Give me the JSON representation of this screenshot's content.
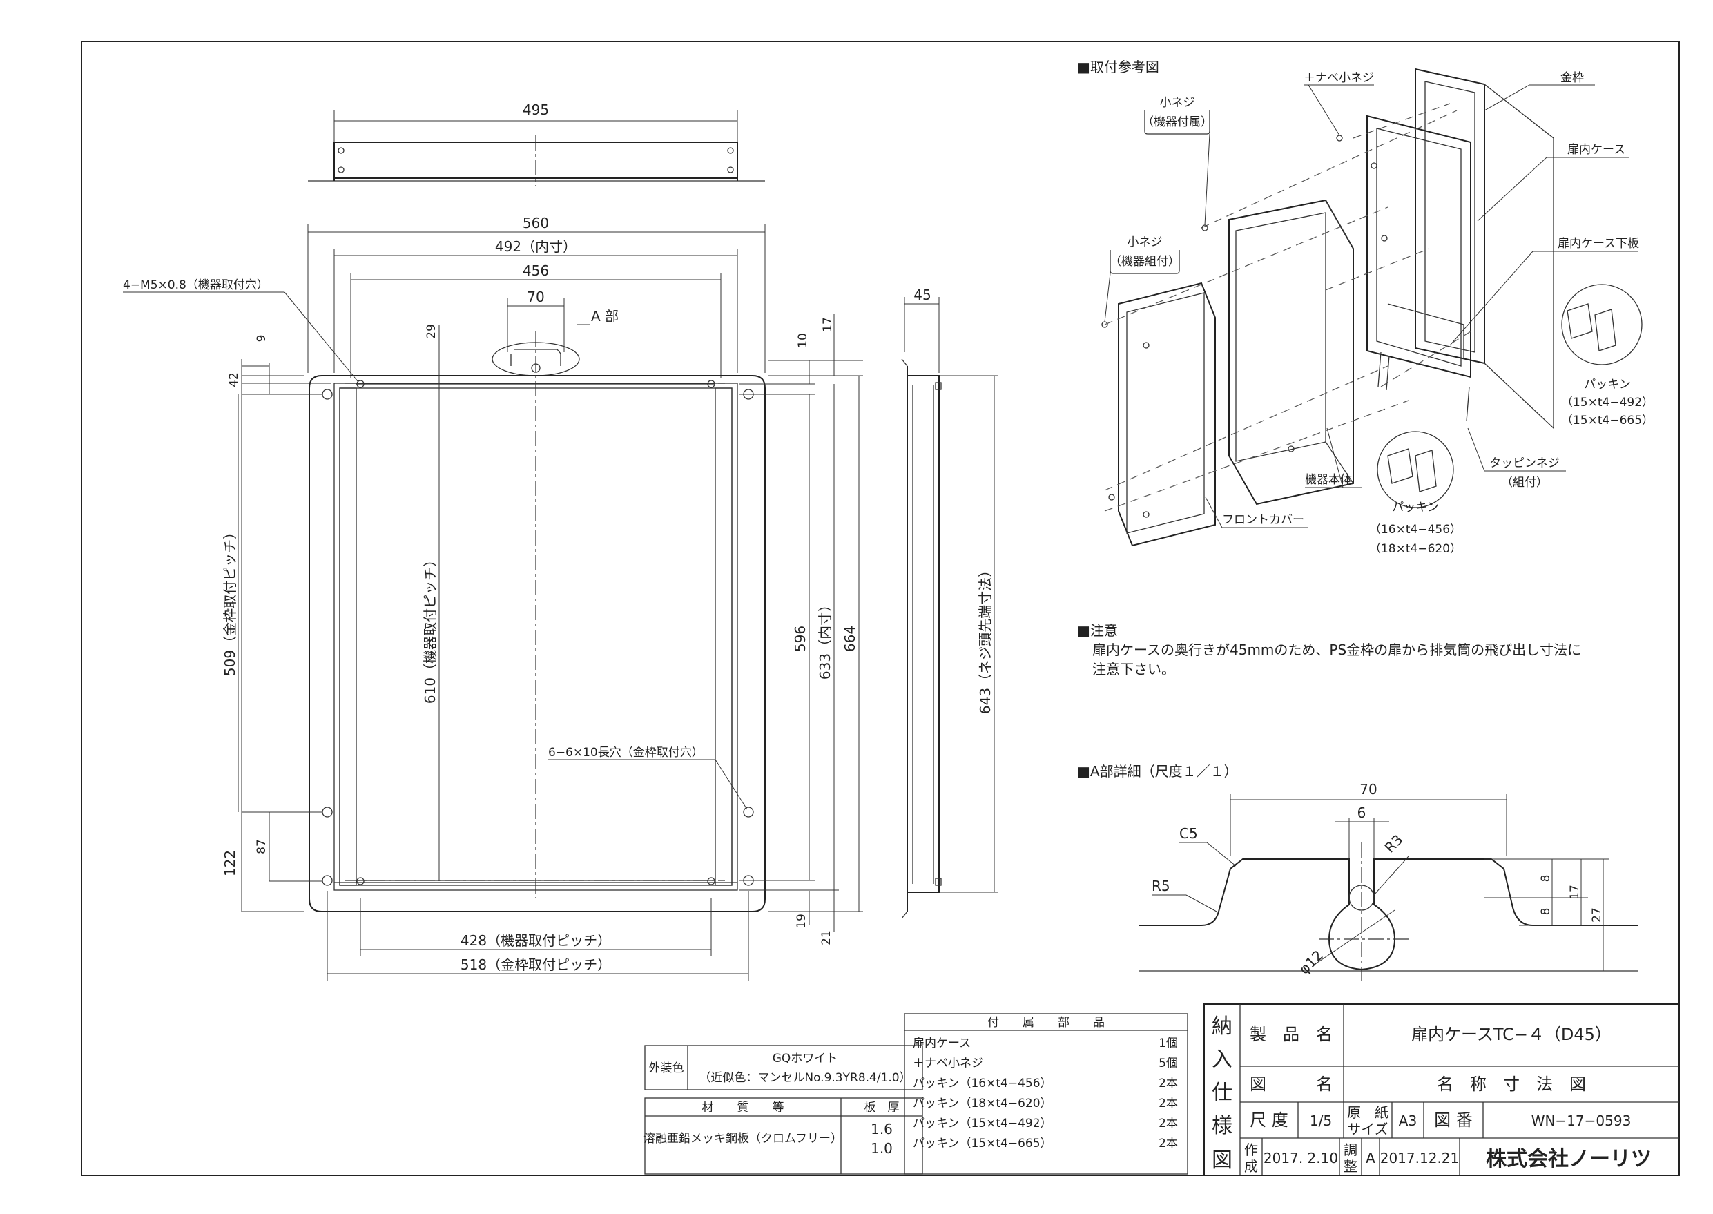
{
  "drawing": {
    "top_view": {
      "dim_width": "495"
    },
    "front_view": {
      "dim_overall_width": "560",
      "dim_inner_width": "492（内寸）",
      "dim_hole_pitch_w": "456",
      "dim_a_width": "70",
      "label_a": "A 部",
      "label_mount_holes": "4−M5×0.8（機器取付穴）",
      "dim_9": "9",
      "dim_42": "42",
      "dim_29": "29",
      "dim_10": "10",
      "dim_17": "17",
      "dim_509": "509（金枠取付ピッチ）",
      "dim_610": "610（機器取付ピッチ）",
      "dim_596": "596",
      "dim_633": "633（内寸）",
      "dim_664": "664",
      "label_slots": "6−6×10長穴（金枠取付穴）",
      "dim_122": "122",
      "dim_87": "87",
      "dim_19": "19",
      "dim_21": "21",
      "dim_428": "428（機器取付ピッチ）",
      "dim_518": "518（金枠取付ピッチ）"
    },
    "side_view": {
      "dim_depth": "45",
      "dim_643": "643（ネジ頭先端寸法）"
    }
  },
  "assembly": {
    "title": "■取付参考図",
    "labels": {
      "pan_screw": "＋ナベ小ネジ",
      "frame": "金枠",
      "screw_attached_1": "小ネジ",
      "screw_attached_2": "（機器付属）",
      "case": "扉内ケース",
      "case_bottom": "扉内ケース下板",
      "screw_assembly_1": "小ネジ",
      "screw_assembly_2": "（機器組付）",
      "packing_r": "パッキン",
      "packing_r1": "（15×t4−492）",
      "packing_r2": "（15×t4−665）",
      "tapping_1": "タッピンネジ",
      "tapping_2": "（組付）",
      "body": "機器本体",
      "front_cover": "フロントカバー",
      "packing_c": "パッキン",
      "packing_c1": "（16×t4−456）",
      "packing_c2": "（18×t4−620）"
    }
  },
  "notes": {
    "title": "■注意",
    "line1": "扉内ケースの奥行きが45mmのため、PS金枠の扉から排気筒の飛び出し寸法に",
    "line2": "注意下さい。"
  },
  "detail_a": {
    "title": "■A部詳細（尺度１／１）",
    "dim_70": "70",
    "dim_6": "6",
    "label_r3": "R3",
    "label_c5": "C5",
    "label_r5": "R5",
    "dim_8a": "8",
    "dim_8b": "8",
    "dim_17": "17",
    "dim_27": "27",
    "label_phi12": "φ12"
  },
  "finish_table": {
    "exterior_label": "外装色",
    "color_name": "GQホワイト",
    "color_ref": "（近似色：マンセルNo.9.3YR8.4/1.0）",
    "material_header": "材　　質　　等",
    "thickness_header": "板　厚",
    "material": "溶融亜鉛メッキ鋼板（クロムフリー）",
    "thickness_1": "1.6",
    "thickness_2": "1.0"
  },
  "parts_table": {
    "header": "付　　属　　部　　品",
    "rows": [
      {
        "name": "扉内ケース",
        "qty": "1個"
      },
      {
        "name": "＋ナベ小ネジ",
        "qty": "5個"
      },
      {
        "name": "パッキン（16×t4−456）",
        "qty": "2本"
      },
      {
        "name": "パッキン（18×t4−620）",
        "qty": "2本"
      },
      {
        "name": "パッキン（15×t4−492）",
        "qty": "2本"
      },
      {
        "name": "パッキン（15×t4−665）",
        "qty": "2本"
      }
    ]
  },
  "title_block": {
    "vertical_label": [
      "納",
      "入",
      "仕",
      "様",
      "図"
    ],
    "product_label": "製　品　名",
    "product_name": "扉内ケースTC−４（D45）",
    "drawing_label": "図　　　名",
    "drawing_name": "名　称　寸　法　図",
    "scale_label": "尺 度",
    "scale": "1/5",
    "paper_label_1": "原　紙",
    "paper_label_2": "サイズ",
    "paper_size": "A3",
    "number_label": "図 番",
    "number": "WN−17−0593",
    "created_label_1": "作",
    "created_label_2": "成",
    "created_date": "2017. 2.10",
    "adjust_label_1": "調",
    "adjust_label_2": "整",
    "revision": "A",
    "revision_date": "2017.12.21",
    "company": "株式会社ノーリツ"
  }
}
